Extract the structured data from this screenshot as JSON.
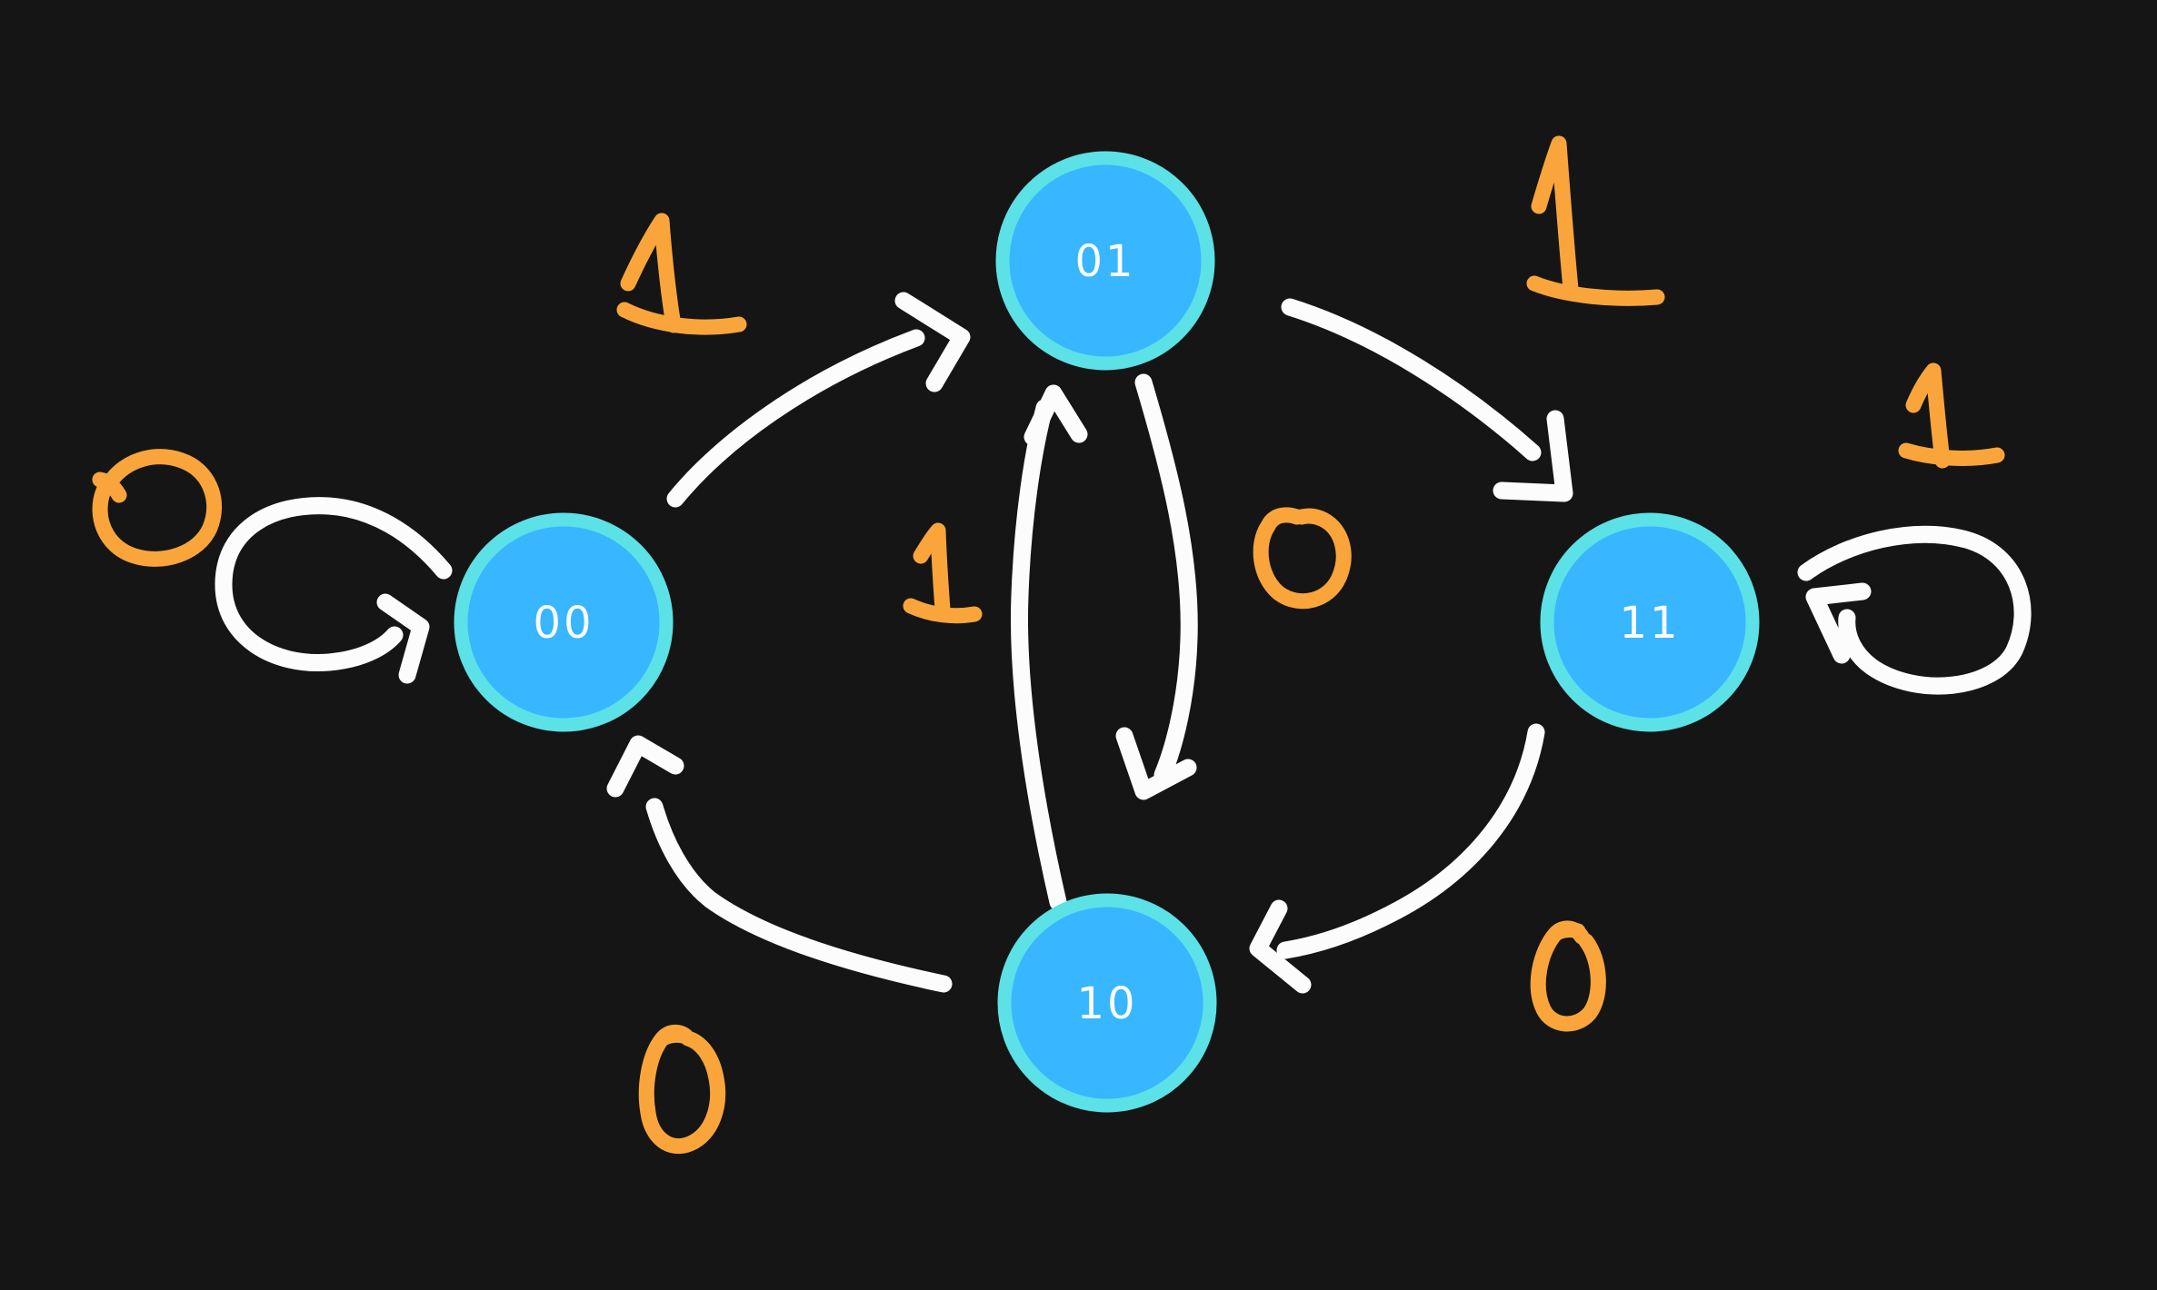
{
  "diagram": {
    "type": "finite-state-machine",
    "states": [
      {
        "id": "00",
        "label": "00"
      },
      {
        "id": "01",
        "label": "01"
      },
      {
        "id": "10",
        "label": "10"
      },
      {
        "id": "11",
        "label": "11"
      }
    ],
    "transitions": [
      {
        "from": "00",
        "to": "00",
        "symbol": "0"
      },
      {
        "from": "00",
        "to": "01",
        "symbol": "1"
      },
      {
        "from": "01",
        "to": "11",
        "symbol": "1"
      },
      {
        "from": "11",
        "to": "11",
        "symbol": "1"
      },
      {
        "from": "01",
        "to": "10",
        "symbol": "0"
      },
      {
        "from": "10",
        "to": "01",
        "symbol": "1"
      },
      {
        "from": "11",
        "to": "10",
        "symbol": "0"
      },
      {
        "from": "10",
        "to": "00",
        "symbol": "0"
      }
    ],
    "colors": {
      "background": "#151515",
      "state_fill": "#38B6FF",
      "state_ring": "#5CE1E6",
      "state_text": "#FBFBFB",
      "arrow_ink": "#FCFCFC",
      "label_ink": "#FAA53C"
    }
  }
}
